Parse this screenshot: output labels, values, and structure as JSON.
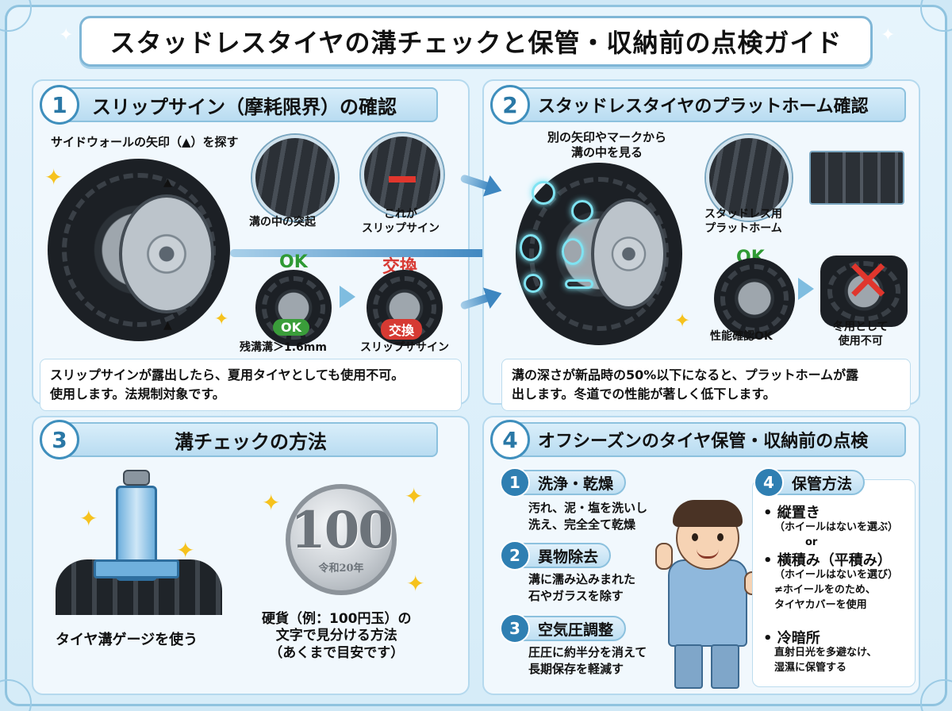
{
  "title": "スタッドレスタイヤの溝チェックと保管・収納前の点検ガイド",
  "sec1": {
    "num": "1",
    "title": "スリップサイン（摩耗限界）の確認",
    "arrow_label": "サイドウォールの矢印（▲）を探す",
    "zoom1_label": "溝の中の突起",
    "zoom2_label": "これが\nスリップサイン",
    "ok_top": "OK",
    "ng_top": "交換",
    "ok_badge": "OK",
    "ng_badge": "交換",
    "ok_caption": "残溝溝＞1.6mm",
    "ng_caption": "スリップササイン",
    "note": "スリップサインが露出したら、夏用タイヤとしても使用不可。\n使用します。法規制対象です。"
  },
  "sec2": {
    "num": "2",
    "title": "スタッドレスタイヤのプラットホーム確認",
    "look_label": "別の矢印やマークから\n溝の中を見る",
    "platform_label": "スタッドレス用\nプラットホーム",
    "ok_top": "OK",
    "ok_caption": "性能確認OK",
    "ng_caption": "冬用として\n使用不可",
    "note": "溝の深さが新品時の50%以下になると、プラットホームが露\n出します。冬道での性能が著しく低下します。"
  },
  "sec3": {
    "num": "3",
    "title": "溝チェックの方法",
    "gauge_caption": "タイヤ溝ゲージを使う",
    "coin_value": "100",
    "coin_text": "令和20年",
    "coin_caption": "硬貨（例：100円玉）の\n文字で見分ける方法\n（あくまで目安です）"
  },
  "sec4": {
    "num": "4",
    "title": "オフシーズンのタイヤ保管・収納前の点検",
    "steps": [
      {
        "num": "1",
        "title": "洗浄・乾燥",
        "text": "汚れ、泥・塩を洗いし\n洗え、完全全て乾燥"
      },
      {
        "num": "2",
        "title": "異物除去",
        "text": "溝に濡み込みまれた\n石やガラスを除す"
      },
      {
        "num": "3",
        "title": "空気圧調整",
        "text": "圧圧に約半分を消えて\n長期保存を軽減す"
      }
    ],
    "storage": {
      "num": "4",
      "title": "保管方法",
      "item1": "縦置き",
      "item1_sub": "（ホイールはないを選ぶ）\n　　　or",
      "item2": "横積み（平積み）",
      "item2_sub": "（ホイールはないを選び）\n≠ホイールをのため、\nタイヤカバーを使用",
      "item3": "冷暗所",
      "item3_sub": "直射日光を多避なけ、\n湿濕に保管する"
    }
  },
  "colors": {
    "accent": "#2f7fb2",
    "ok": "#3a9d3a",
    "ng": "#d63a33",
    "background": "#cfe8f6"
  }
}
